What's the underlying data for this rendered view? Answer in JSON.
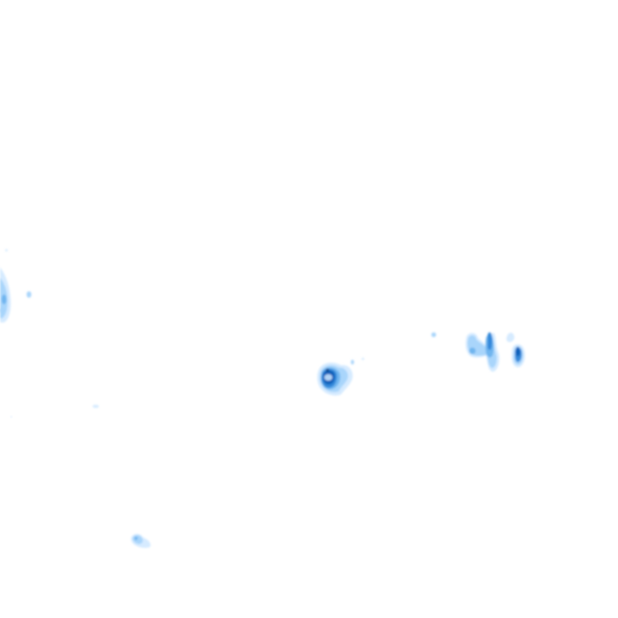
{
  "map": {
    "kind": "precipitation-radar-overlay",
    "background_color": "#ffffff",
    "intensity_palette": {
      "very_light": "#cfe8ff",
      "light": "#a7d4fb",
      "moderate": "#6cb3ee",
      "heavy": "#2f86d8",
      "very_heavy": "#0f5fb8",
      "core": "#0a3f86"
    },
    "echo_groups": [
      {
        "id": "west-edge",
        "max_intensity": "moderate"
      },
      {
        "id": "west-small",
        "max_intensity": "light"
      },
      {
        "id": "central-cell",
        "max_intensity": "core"
      },
      {
        "id": "east-cluster",
        "max_intensity": "very_heavy"
      },
      {
        "id": "southwest-small",
        "max_intensity": "light"
      },
      {
        "id": "south-cluster",
        "max_intensity": "moderate"
      }
    ]
  }
}
